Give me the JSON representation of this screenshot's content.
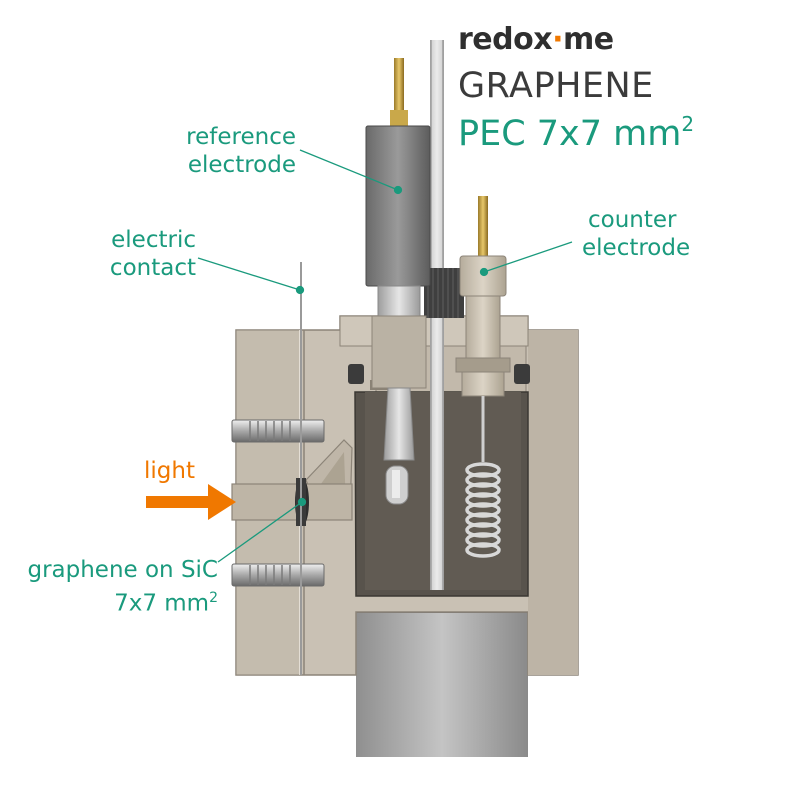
{
  "brand": {
    "name_part1": "redox",
    "name_dot": "·",
    "name_part2": "me"
  },
  "title": "GRAPHENE",
  "subtitle": {
    "text": "PEC 7x7 mm",
    "sup": "2"
  },
  "labels": {
    "reference_line1": "reference",
    "reference_line2": "electrode",
    "contact_line1": "electric",
    "contact_line2": "contact",
    "counter_line1": "counter",
    "counter_line2": "electrode",
    "light": "light",
    "graphene_line1": "graphene on SiC",
    "graphene_line2": "7x7 mm",
    "graphene_sup": "2"
  },
  "colors": {
    "accent": "#1a9a7d",
    "light_arrow": "#f07800",
    "body": "#c9c1b4",
    "body_dark": "#8c8478",
    "base": "#a7a7a7"
  }
}
